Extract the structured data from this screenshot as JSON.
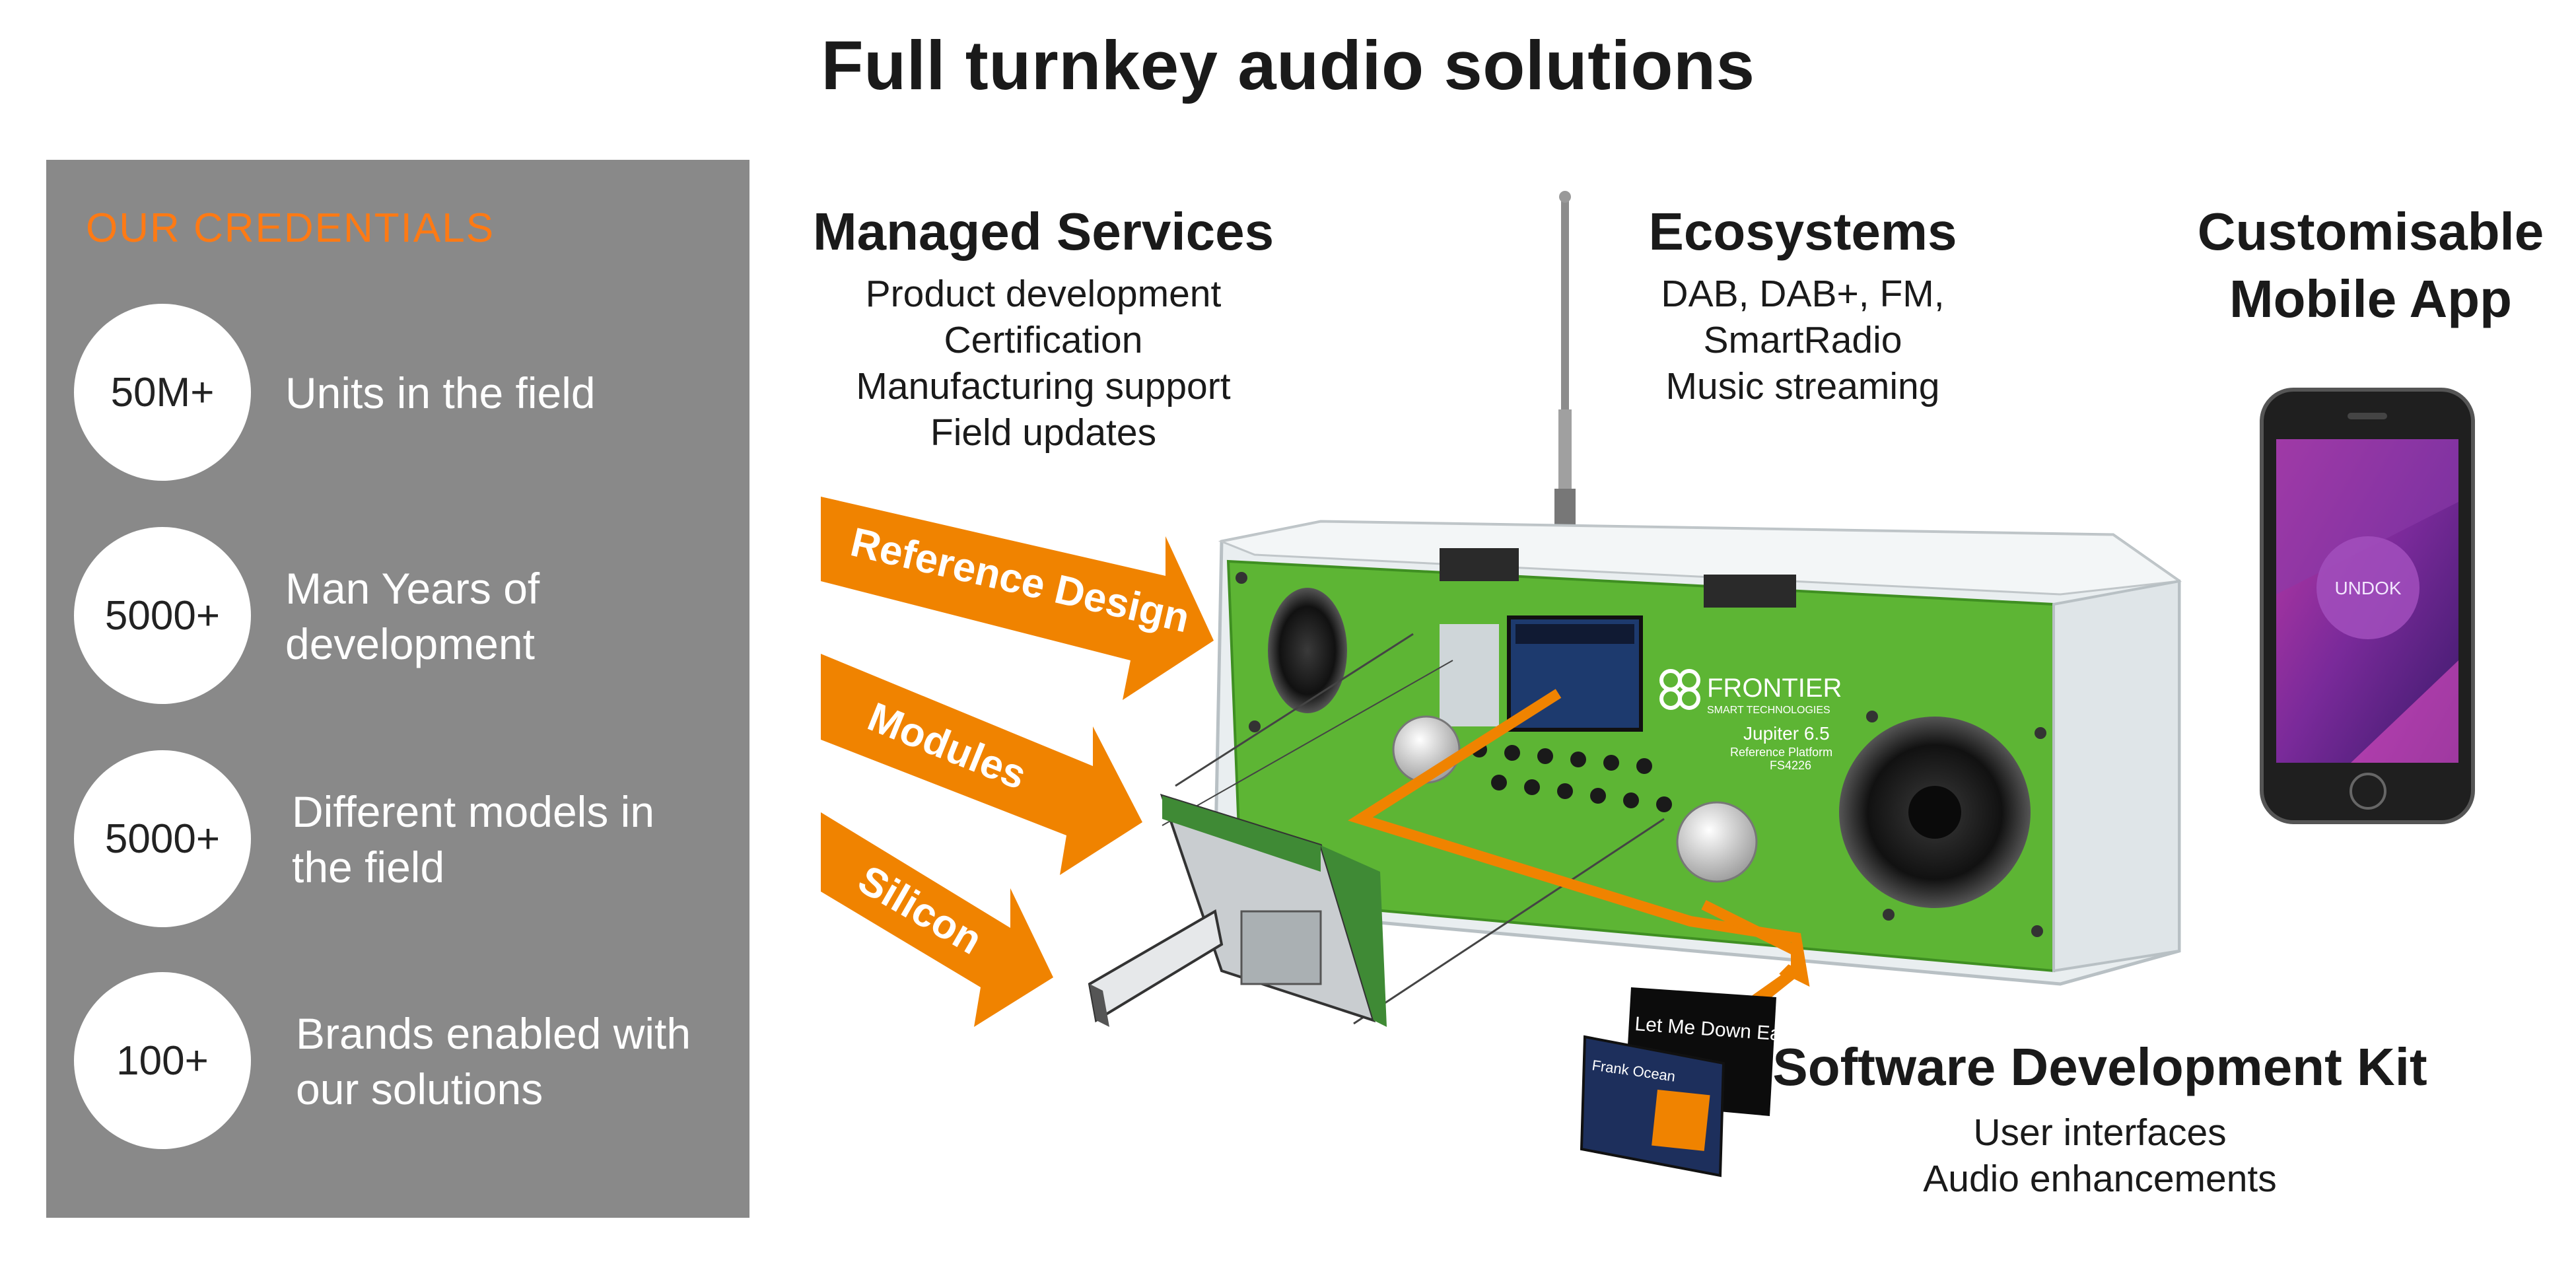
{
  "title": "Full turnkey audio solutions",
  "credentials": {
    "heading": "OUR CREDENTIALS",
    "items": [
      {
        "value": "50M+",
        "label_lines": [
          "Units in the field"
        ]
      },
      {
        "value": "5000+",
        "label_lines": [
          "Man Years of",
          "development"
        ]
      },
      {
        "value": "5000+",
        "label_lines": [
          "Different models in",
          "the field"
        ]
      },
      {
        "value": "100+",
        "label_lines": [
          "Brands enabled with",
          "our solutions"
        ]
      }
    ]
  },
  "managed_services": {
    "title": "Managed Services",
    "lines": [
      "Product development",
      "Certification",
      "Manufacturing support",
      "Field updates"
    ]
  },
  "ecosystems": {
    "title": "Ecosystems",
    "lines": [
      "DAB, DAB+, FM,",
      "SmartRadio",
      "Music streaming"
    ]
  },
  "mobile_app": {
    "title_lines": [
      "Customisable",
      "Mobile App"
    ],
    "phone_logo": "UNDOK"
  },
  "arrows": {
    "reference_design": "Reference Design",
    "modules": "Modules",
    "silicon": "Silicon"
  },
  "radio": {
    "brand": "FRONTIER",
    "brand_sub": "SMART TECHNOLOGIES",
    "model": "Jupiter 6.5",
    "model_sub": "Reference Platform",
    "model_code": "FS4226"
  },
  "sdk": {
    "title": "Software Development Kit",
    "lines": [
      "User interfaces",
      "Audio enhancements"
    ],
    "screen1_text": "Let Me Down Easy",
    "screen2_text": "Frank Ocean"
  },
  "colors": {
    "accent_orange": "#f08300",
    "panel_grey": "#898989",
    "radio_green": "#5db534",
    "heading_orange": "#ff7a14"
  }
}
